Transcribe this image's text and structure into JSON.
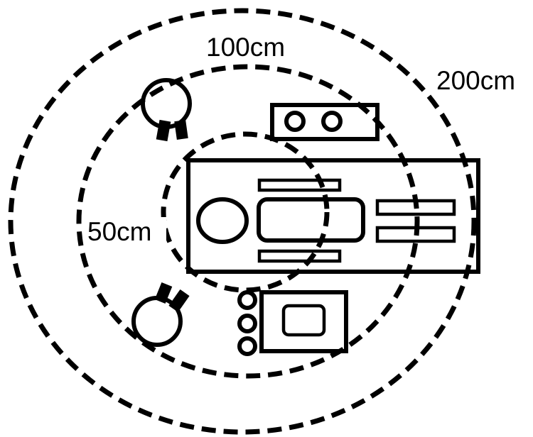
{
  "zones": [
    {
      "label": "200cm"
    },
    {
      "label": "100cm"
    },
    {
      "label": "50cm"
    }
  ],
  "colors": {
    "stroke": "#000000",
    "background": "#ffffff"
  }
}
